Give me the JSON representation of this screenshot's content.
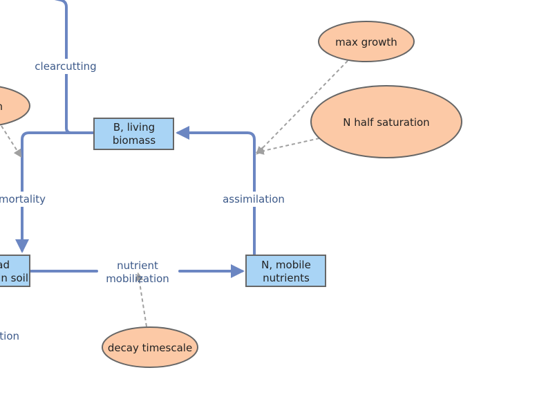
{
  "stocks": {
    "living_biomass": [
      "B, living",
      "biomass"
    ],
    "mobile_nutrients": [
      "N, mobile",
      "nutrients"
    ],
    "dead_partial": [
      "ad",
      "in soil"
    ]
  },
  "flows": {
    "clearcutting": "clearcutting",
    "assimilation": "assimilation",
    "mortality": "mortality",
    "nutrient_mobilization": [
      "nutrient",
      "mobilization"
    ],
    "partial_bottom": "tion"
  },
  "parameters": {
    "max_growth": "max growth",
    "n_half_saturation": "N half saturation",
    "decay_timescale": "decay timescale",
    "left_partial": "h"
  },
  "colors": {
    "flow": "#6b86c2",
    "stock_fill": "#a9d4f5",
    "param_fill": "#fcc9a6",
    "label": "#3d5a8a"
  }
}
